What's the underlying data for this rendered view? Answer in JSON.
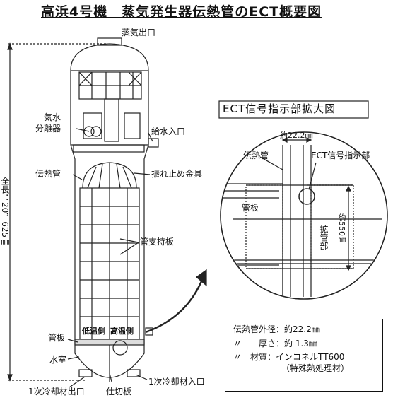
{
  "title": "高浜4号機　蒸気発生器伝熱管のECT概要図",
  "labels": {
    "steam_outlet": "蒸気出口",
    "moisture_sep_1": "気水",
    "moisture_sep_2": "分離器",
    "feedwater_inlet": "給水入口",
    "heat_tube": "伝熱管",
    "anti_vibration": "振れ止め金具",
    "tube_support": "管支持板",
    "tube_sheet": "管板",
    "water_chamber": "水室",
    "primary_outlet": "1次冷却材出口",
    "partition": "仕切板",
    "primary_inlet": "1次冷却材入口",
    "total_length": "全長：20，625㎜",
    "low_temp": "低温側",
    "high_temp": "高温側"
  },
  "detail": {
    "box_title": "ECT信号指示部拡大図",
    "diameter": "約22.2㎜",
    "heat_tube": "伝熱管",
    "ect_signal": "ECT信号指示部",
    "tube_sheet": "管板",
    "expanded": "拡管部",
    "length": "約550㎜"
  },
  "notes": {
    "line1": "伝熱管外径：約22.2㎜",
    "line2": "〃　　厚さ：約 1.3㎜",
    "line3": "〃　材質：インコネルTT600",
    "line4": "（特殊熱処理材）"
  }
}
